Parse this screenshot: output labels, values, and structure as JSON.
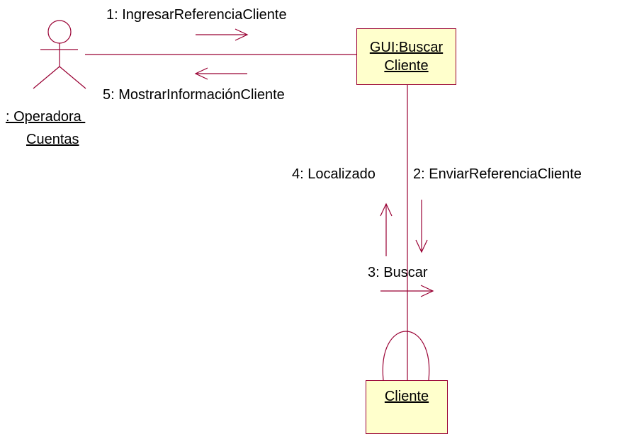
{
  "actor": {
    "line1": ": Operadora ",
    "line2": "Cuentas"
  },
  "objects": {
    "gui": {
      "line1": "GUI:Buscar",
      "line2": "Cliente"
    },
    "cliente": {
      "label": "Cliente"
    }
  },
  "messages": {
    "m1": "1: IngresarReferenciaCliente",
    "m2": "2: EnviarReferenciaCliente",
    "m3": "3: Buscar",
    "m4": "4: Localizado",
    "m5": "5: MostrarInformaciónCliente"
  },
  "colors": {
    "line": "#990033",
    "object_fill": "#ffffcc",
    "text": "#000000"
  }
}
